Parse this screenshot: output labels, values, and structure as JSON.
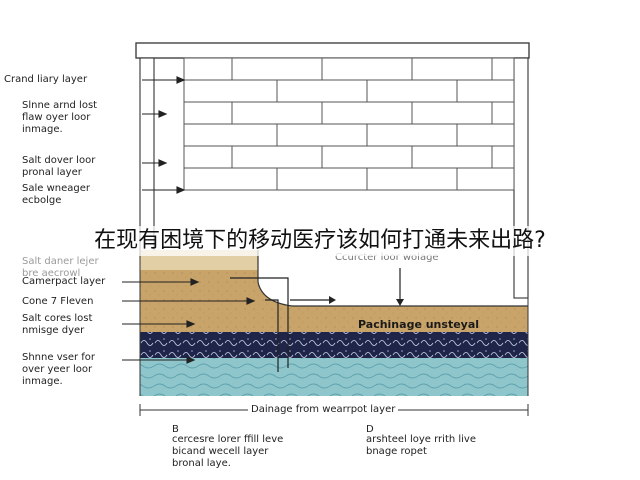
{
  "overlay_title": "在现有困境下的移动医疗该如何打通未来出路?",
  "left_labels": [
    "Crand liary layer",
    "Slnne arnd lost\nflaw oyer loor\ninmage.",
    "Salt dover loor\npronal layer",
    "Sale wneager\necbolge",
    "Salt daner lejer\nbre aecrowl",
    "Camerpact layer",
    "Cone 7 Fleven",
    "Salt cores lost\nnmisge dyer",
    "Shnne vser for\nover yeer loor\ninmage."
  ],
  "inner_labels": {
    "top_right": "Ccurcter loor wolage",
    "drainage": "Pachinage unsteyal"
  },
  "bottom_label": "Dainage from wearrpot layer",
  "footnotes": [
    {
      "letter": "B",
      "text": "cercesre lorer ffill leve\nbicand wecell layer\nbronal laye."
    },
    {
      "letter": "D",
      "text": "arshteel loye rrith live\nbnage ropet"
    }
  ],
  "colors": {
    "tan": "#c9a46a",
    "tan_light": "#e3cfa6",
    "navy": "#1f2548",
    "water": "#8fc6cc",
    "line": "#333333"
  }
}
